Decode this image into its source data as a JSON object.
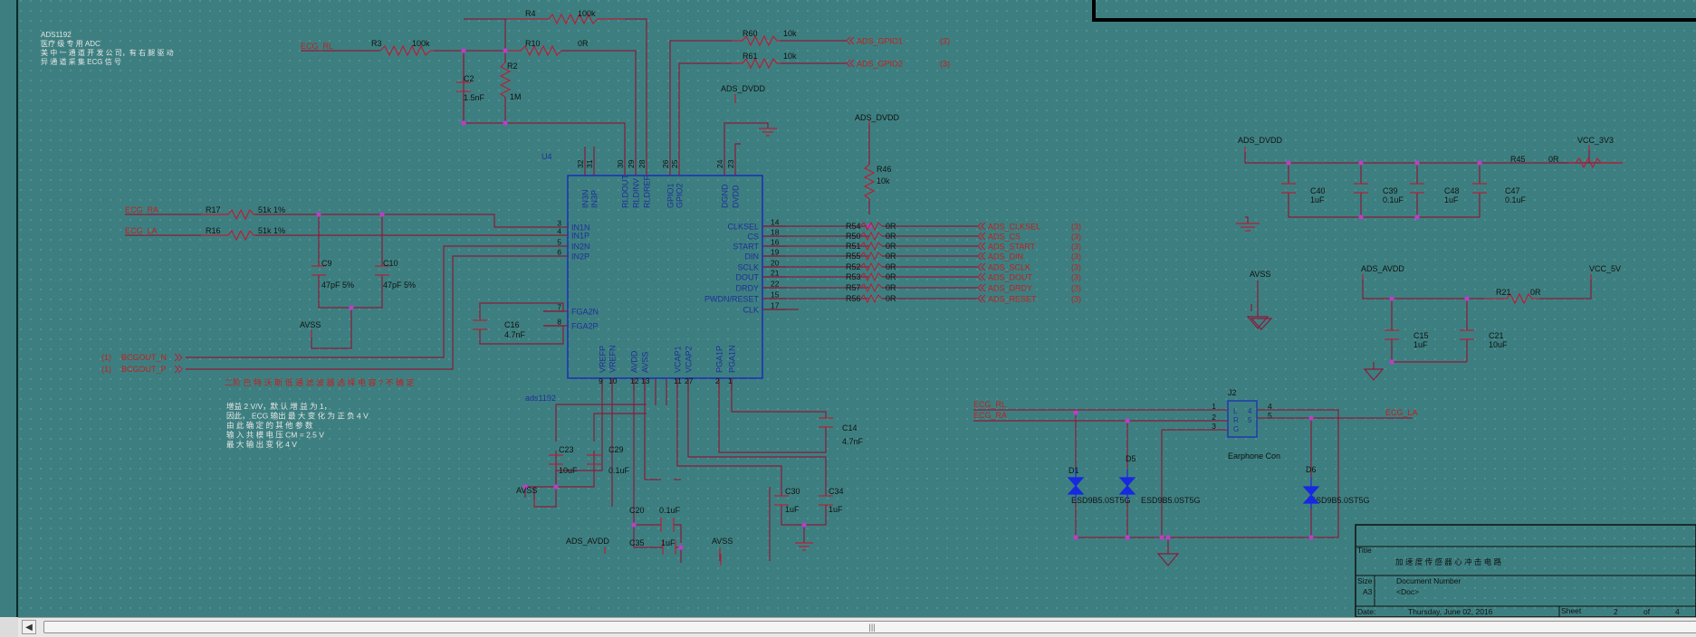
{
  "notes": {
    "header": [
      "ADS1192",
      "医疗 级 专 用 ADC",
      "美 中 一 通 道 开 发 公 司，有 右 腿 驱 动",
      "异 通 道 采 集 ECG 信 号"
    ],
    "mid_red": "二阶 巴 特 沃 斯 低 通 滤 波 器 选 择 电 容 ?  不 确 定",
    "gain": [
      "增益 2 V/V，默 认 增 益 为 1，",
      "因此，  ECG 输出 最 大 变 化 为 正 负 4 V",
      "由 此 确 定 的 其 他 参 数",
      "输 入 共 模 电 压 CM = 2.5 V",
      "最 大 输 出 变 化 4 V"
    ]
  },
  "chip": {
    "ref": "U4",
    "value": "ads1192",
    "left_pins": [
      {
        "num": "3",
        "name": "IN1N"
      },
      {
        "num": "4",
        "name": "IN1P"
      },
      {
        "num": "5",
        "name": "IN2N"
      },
      {
        "num": "6",
        "name": "IN2P"
      },
      {
        "num": "7",
        "name": "FGA2N"
      },
      {
        "num": "8",
        "name": "FGA2P"
      }
    ],
    "right_pins": [
      {
        "num": "14",
        "name": "CLKSEL"
      },
      {
        "num": "18",
        "name": "CS"
      },
      {
        "num": "16",
        "name": "START"
      },
      {
        "num": "19",
        "name": "DIN"
      },
      {
        "num": "20",
        "name": "SCLK"
      },
      {
        "num": "21",
        "name": "DOUT"
      },
      {
        "num": "22",
        "name": "DRDY"
      },
      {
        "num": "15",
        "name": "PWDN/RESET"
      },
      {
        "num": "17",
        "name": "CLK"
      }
    ],
    "top_pins": [
      {
        "num": "32",
        "name": "IN3N"
      },
      {
        "num": "31",
        "name": "IN3P"
      },
      {
        "num": "30",
        "name": "RLDOUT"
      },
      {
        "num": "29",
        "name": "RLDINV"
      },
      {
        "num": "28",
        "name": "RLDREF"
      },
      {
        "num": "26",
        "name": "GPIO1"
      },
      {
        "num": "25",
        "name": "GPIO2"
      },
      {
        "num": "24",
        "name": "DGND"
      },
      {
        "num": "23",
        "name": "DVDD"
      }
    ],
    "bottom_pins": [
      {
        "num": "9",
        "name": "VREFP"
      },
      {
        "num": "10",
        "name": "VREFN"
      },
      {
        "num": "12",
        "name": "AVDD"
      },
      {
        "num": "13",
        "name": "AVSS"
      },
      {
        "num": "11",
        "name": "VCAP1"
      },
      {
        "num": "27",
        "name": "VCAP2"
      },
      {
        "num": "2",
        "name": "PGA1P"
      },
      {
        "num": "1",
        "name": "PGA1N"
      }
    ]
  },
  "parts": {
    "R4": {
      "ref": "R4",
      "value": "100k"
    },
    "R3": {
      "ref": "R3",
      "value": "100k"
    },
    "R10": {
      "ref": "R10",
      "value": "0R"
    },
    "R2": {
      "ref": "R2",
      "value": "1M"
    },
    "C2": {
      "ref": "C2",
      "value": "1.5nF"
    },
    "R60": {
      "ref": "R60",
      "value": "10k"
    },
    "R61": {
      "ref": "R61",
      "value": "10k"
    },
    "R46": {
      "ref": "R46",
      "value": "10k"
    },
    "R17": {
      "ref": "R17",
      "value": "51k 1%"
    },
    "R16": {
      "ref": "R16",
      "value": "51k 1%"
    },
    "C9": {
      "ref": "C9",
      "value": "47pF 5%"
    },
    "C10": {
      "ref": "C10",
      "value": "47pF 5%"
    },
    "C16": {
      "ref": "C16",
      "value": "4.7nF"
    },
    "C23": {
      "ref": "C23",
      "value": "10uF"
    },
    "C29": {
      "ref": "C29",
      "value": "0.1uF"
    },
    "C20": {
      "ref": "C20",
      "value": "0.1uF"
    },
    "C35": {
      "ref": "C35",
      "value": "1uF"
    },
    "C30": {
      "ref": "C30",
      "value": "1uF"
    },
    "C34": {
      "ref": "C34",
      "value": "1uF"
    },
    "C14": {
      "ref": "C14",
      "value": "4.7nF"
    },
    "C40": {
      "ref": "C40",
      "value": "1uF"
    },
    "C39": {
      "ref": "C39",
      "value": "0.1uF"
    },
    "C48": {
      "ref": "C48",
      "value": "1uF"
    },
    "C47": {
      "ref": "C47",
      "value": "0.1uF"
    },
    "R45": {
      "ref": "R45",
      "value": "0R"
    },
    "C15": {
      "ref": "C15",
      "value": "1uF"
    },
    "C21": {
      "ref": "C21",
      "value": "10uF"
    },
    "R21": {
      "ref": "R21",
      "value": "0R"
    },
    "J2": {
      "ref": "J2",
      "value": "Earphone Con"
    },
    "D1": {
      "ref": "D1",
      "value": "ESD9B5.0ST5G"
    },
    "D5": {
      "ref": "D5",
      "value": "ESD9B5.0ST5G"
    },
    "D6": {
      "ref": "D6",
      "value": "ESD9B5.0ST5G"
    }
  },
  "series_resistors": [
    {
      "ref": "R54",
      "value": "0R",
      "net": "ADS_CLKSEL",
      "sheet": "(3)"
    },
    {
      "ref": "R50",
      "value": "0R",
      "net": "ADS_CS",
      "sheet": "(3)"
    },
    {
      "ref": "R51",
      "value": "0R",
      "net": "ADS_START",
      "sheet": "(3)"
    },
    {
      "ref": "R55",
      "value": "0R",
      "net": "ADS_DIN",
      "sheet": "(3)"
    },
    {
      "ref": "R52",
      "value": "0R",
      "net": "ADS_SCLK",
      "sheet": "(3)"
    },
    {
      "ref": "R53",
      "value": "0R",
      "net": "ADS_DOUT",
      "sheet": "(3)"
    },
    {
      "ref": "R57",
      "value": "0R",
      "net": "ADS_DRDY",
      "sheet": "(3)"
    },
    {
      "ref": "R56",
      "value": "0R",
      "net": "ADS_RESET",
      "sheet": "(3)"
    }
  ],
  "nets": {
    "ecg_rl": "ECG_RL",
    "ecg_ra": "ECG_RA",
    "ecg_la": "ECG_LA",
    "gpio1": "ADS_GPIO1",
    "gpio2": "ADS_GPIO2",
    "gpio_sheet": "(3)",
    "ads_dvdd": "ADS_DVDD",
    "ads_avdd": "ADS_AVDD",
    "avss": "AVSS",
    "vcc_3v3": "VCC_3V3",
    "vcc_5v": "VCC_5V",
    "bcgout_n": "BCGOUT_N",
    "bcgout_p": "BCGOUT_P",
    "bcg_sheet": "(1)"
  },
  "j2_pins": [
    {
      "num": "1",
      "name": "L"
    },
    {
      "num": "2",
      "name": "R"
    },
    {
      "num": "3",
      "name": "G"
    },
    {
      "num": "4",
      "name": "4"
    },
    {
      "num": "5",
      "name": "5"
    }
  ],
  "title_block": {
    "title_label": "Title",
    "title": "加 速 度 传 感 器 心 冲 击 电 路",
    "size_label": "Size",
    "size": "A3",
    "docnum_label": "Document Number",
    "docnum": "<Doc>",
    "date_label": "Date:",
    "date": "Thursday, June 02, 2016",
    "sheet_label": "Sheet",
    "sheet": "2",
    "of_label": "of",
    "sheets": "4"
  },
  "colors": {
    "background": "#3d7f80",
    "wire": "#8b1a3a",
    "part": "#b81f36",
    "net_text": "#c41e1e",
    "pin_text": "#1f2f9a",
    "chip_outline": "#1a2fb8",
    "dot": "#6fa2a2",
    "diode": "#1728e0"
  }
}
